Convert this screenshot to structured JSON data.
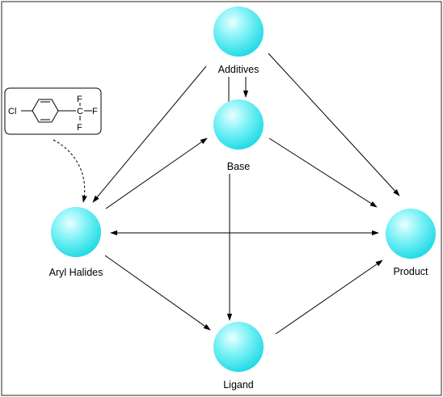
{
  "nodes": {
    "additives": {
      "label": "Additives"
    },
    "base": {
      "label": "Base"
    },
    "aryl_halides": {
      "label": "Aryl Halides"
    },
    "product": {
      "label": "Product"
    },
    "ligand": {
      "label": "Ligand"
    }
  },
  "edges": [
    {
      "from": "Additives",
      "to": "Base"
    },
    {
      "from": "Additives",
      "to": "Aryl Halides"
    },
    {
      "from": "Additives",
      "to": "Product"
    },
    {
      "from": "Aryl Halides",
      "to": "Base"
    },
    {
      "from": "Base",
      "to": "Product"
    },
    {
      "from": "Base",
      "to": "Ligand"
    },
    {
      "from": "Aryl Halides",
      "to": "Product",
      "bidirectional": true
    },
    {
      "from": "Aryl Halides",
      "to": "Ligand"
    },
    {
      "from": "Ligand",
      "to": "Product"
    }
  ],
  "example_molecule": {
    "atoms": {
      "cl": "Cl",
      "c": "C",
      "f_top": "F",
      "f_right": "F",
      "f_bottom": "F"
    },
    "points_to": "Aryl Halides"
  },
  "colors": {
    "node_fill": "#33e6ef",
    "node_highlight": "#e9ffff",
    "line": "#000000",
    "frame": "#4a4a4a"
  }
}
